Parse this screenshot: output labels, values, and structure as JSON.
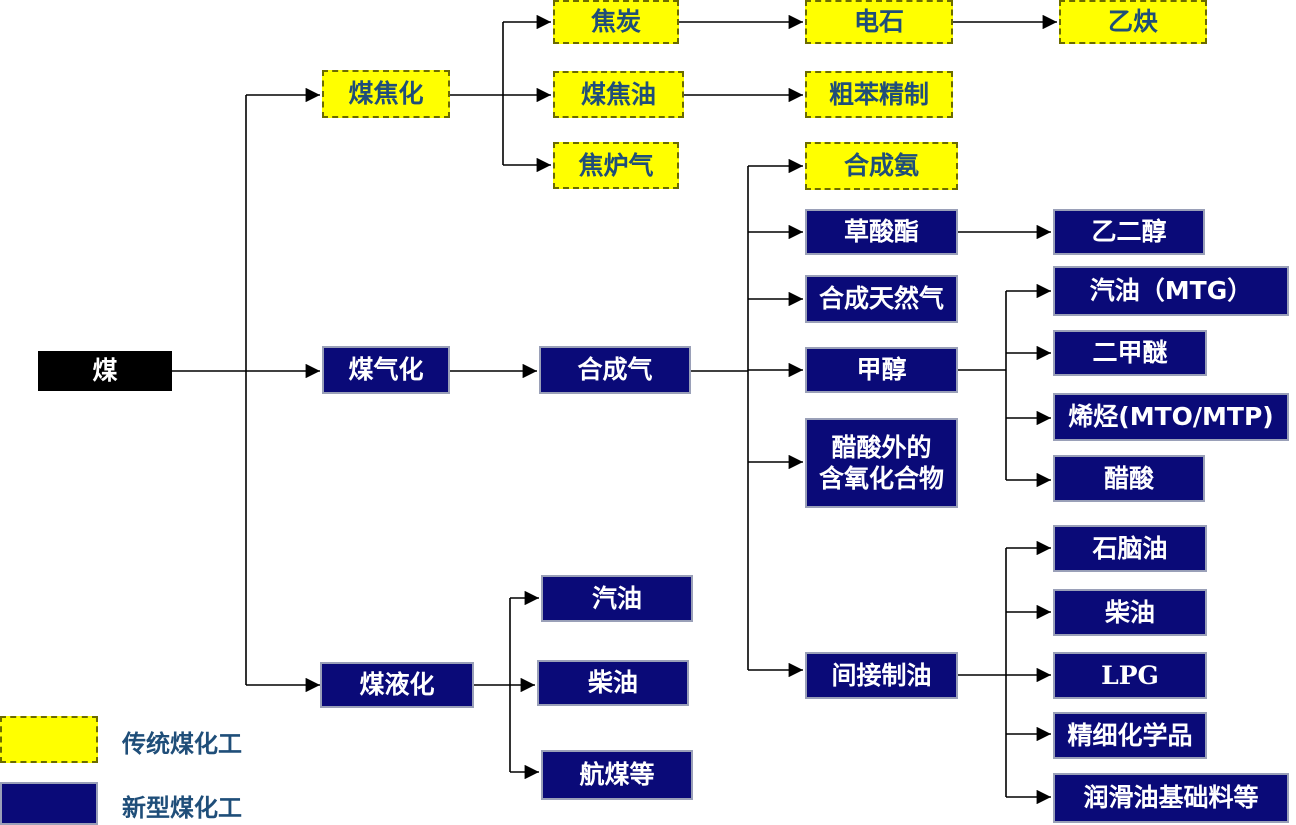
{
  "colors": {
    "traditional": "#ffff00",
    "new_type": "#0a0a78",
    "root": "#000000",
    "legend_text": "#1f4e79"
  },
  "nodes": {
    "coal": "煤",
    "coking": "煤焦化",
    "gasification": "煤气化",
    "liquefaction": "煤液化",
    "coke": "焦炭",
    "calcium_carbide": "电石",
    "acetylene": "乙炔",
    "coal_tar": "煤焦油",
    "crude_benzene": "粗苯精制",
    "coke_oven_gas": "焦炉气",
    "syngas": "合成气",
    "ammonia": "合成氨",
    "oxalate": "草酸酯",
    "ethylene_glycol": "乙二醇",
    "sng": "合成天然气",
    "methanol": "甲醇",
    "mtg": "汽油（MTG）",
    "dme": "二甲醚",
    "olefins": "烯烃(MTO/MTP)",
    "acetic_acid": "醋酸",
    "oxygenates": "醋酸外的\n含氧化合物",
    "indirect_oil": "间接制油",
    "naphtha": "石脑油",
    "diesel_indirect": "柴油",
    "lpg": "LPG",
    "fine_chem": "精细化学品",
    "lube_base": "润滑油基础料等",
    "gasoline": "汽油",
    "diesel_direct": "柴油",
    "jet_fuel": "航煤等"
  },
  "legend": {
    "traditional": "传统煤化工",
    "new_type": "新型煤化工"
  }
}
